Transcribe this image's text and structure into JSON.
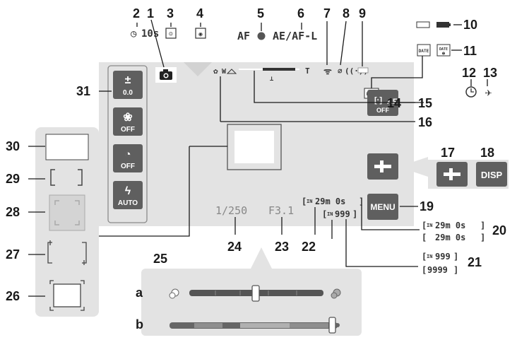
{
  "callouts": {
    "n1": "1",
    "n2": "2",
    "n3": "3",
    "n4": "4",
    "n5": "5",
    "n6": "6",
    "n7": "7",
    "n8": "8",
    "n9": "9",
    "n10": "10",
    "n11": "11",
    "n12": "12",
    "n13": "13",
    "n14": "14",
    "n15": "15",
    "n16": "16",
    "n17": "17",
    "n18": "18",
    "n19": "19",
    "n20": "20",
    "n21": "21",
    "n22": "22",
    "n23": "23",
    "n24": "24",
    "n25": "25",
    "n26": "26",
    "n27": "27",
    "n28": "28",
    "n29": "29",
    "n30": "30",
    "n31": "31",
    "a": "a",
    "b": "b"
  },
  "top_indicators": {
    "self_timer": "10s",
    "af": "AF",
    "ae_af_lock": "AE/AF-L",
    "zoom_tele": "T",
    "date_label": "DATE"
  },
  "left_column": {
    "exposure": "0.0",
    "macro": "OFF",
    "timer": "OFF",
    "flash": "AUTO"
  },
  "right_buttons": {
    "touch_af": "AF",
    "touch_af_state": "OFF",
    "menu": "MENU",
    "disp": "DISP"
  },
  "readouts": {
    "shutter": "1/250",
    "aperture": "F3.1",
    "internal_badge": "IN",
    "movie_time": "29m 0s",
    "exposures": "999",
    "movie_time_alt_1": "29m 0s",
    "movie_time_alt_2": "29m 0s",
    "exposures_alt_1": "999",
    "exposures_alt_2": "9999"
  }
}
